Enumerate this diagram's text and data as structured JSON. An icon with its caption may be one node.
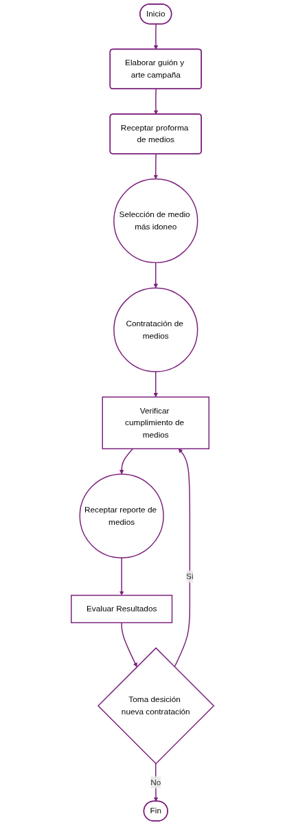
{
  "diagram": {
    "nodes": [
      {
        "text": [
          "Inicio"
        ]
      },
      {
        "text": [
          "Elaborar guión y arte campaña"
        ]
      },
      {
        "text": [
          "Receptar proforma de medios"
        ]
      },
      {
        "text": [
          "Selección de medio más idoneo"
        ]
      },
      {
        "text": [
          "Contratación de medios"
        ]
      },
      {
        "text": [
          "Verificar cumplimiento de medios"
        ]
      },
      {
        "text": [
          "Receptar reporte de medios"
        ]
      },
      {
        "text": [
          "Evaluar Resultados"
        ]
      },
      {
        "text": [
          "Toma desición nueva contratación"
        ]
      },
      {
        "text": [
          "Fin"
        ]
      }
    ],
    "edges": [
      {
        "from": 0,
        "to": 1,
        "arrow": "to"
      },
      {
        "from": 1,
        "to": 2,
        "arrow": "to"
      },
      {
        "from": 2,
        "to": 3,
        "arrow": "to"
      },
      {
        "from": 3,
        "to": 4,
        "arrow": "to"
      },
      {
        "from": 4,
        "to": 5,
        "arrow": "to"
      },
      {
        "from": 5,
        "to": 6,
        "arrow": "to"
      },
      {
        "from": 6,
        "to": 7,
        "arrow": "to"
      },
      {
        "from": 7,
        "to": 8,
        "arrow": "to"
      },
      {
        "from": 8,
        "to": 5,
        "label": "Si",
        "arrow": "to"
      },
      {
        "from": 8,
        "to": 9,
        "label": "No",
        "arrow": "to"
      }
    ]
  }
}
